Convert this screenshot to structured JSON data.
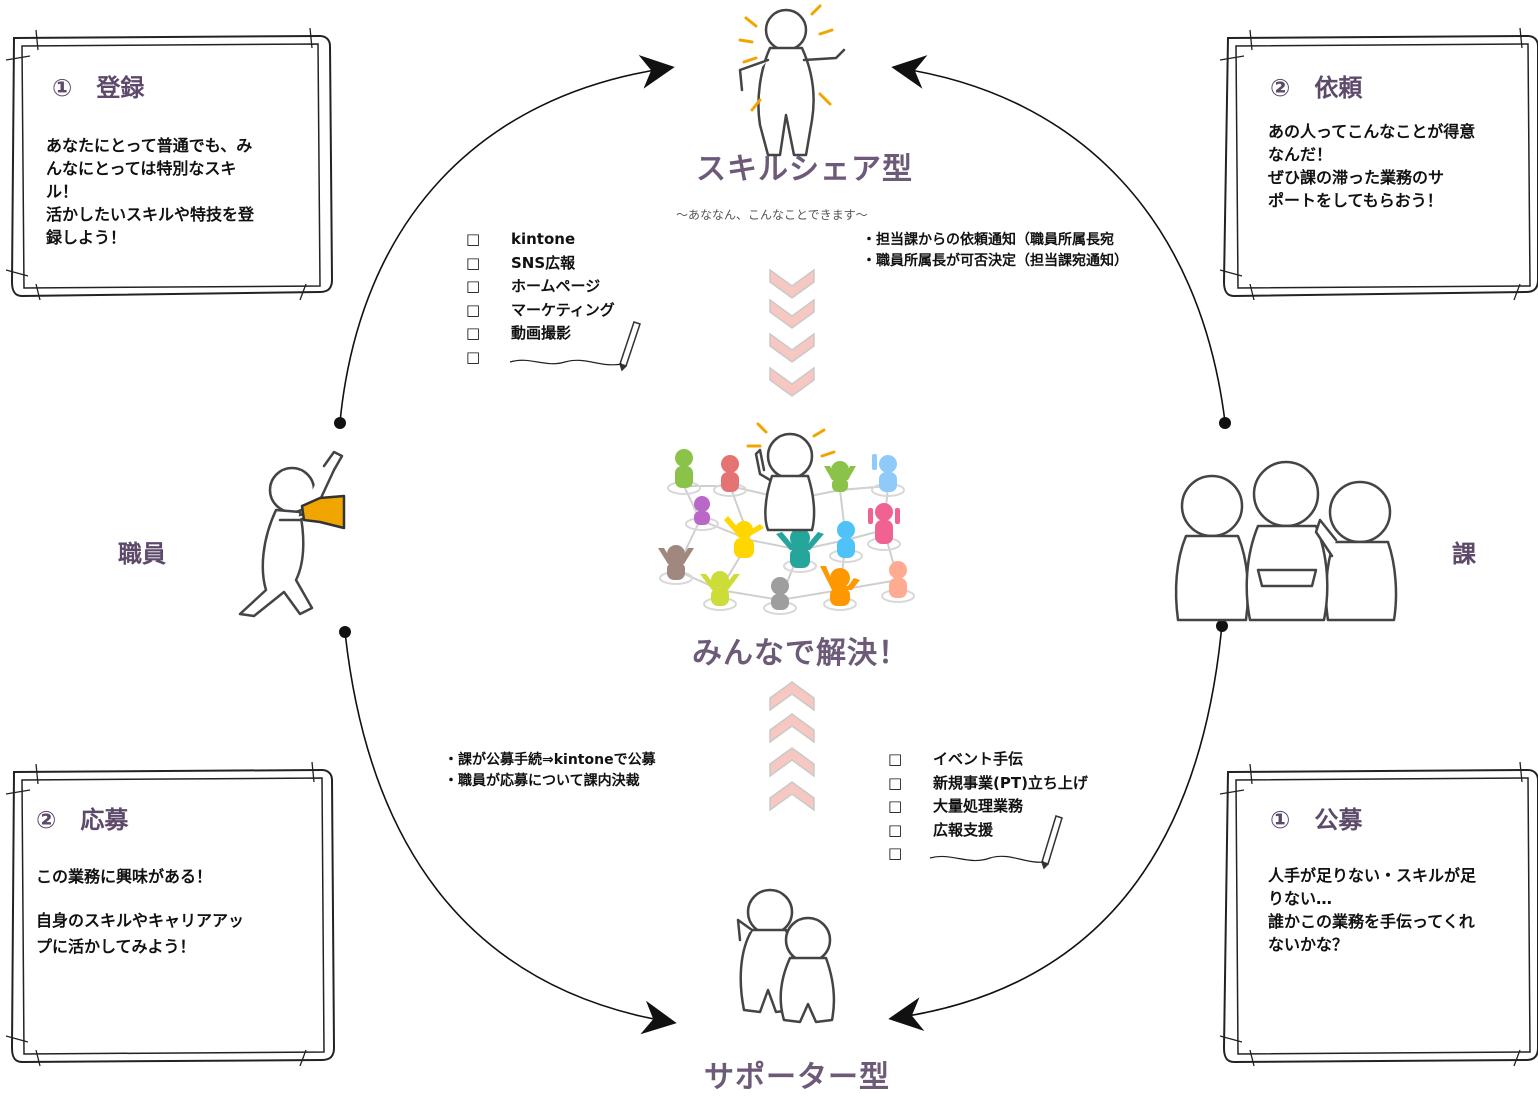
{
  "titles": {
    "skill_share": "スキルシェア型",
    "skill_share_sub": "～あななん、こんなことできます～",
    "solve": "みんなで解決！",
    "supporter": "サポーター型"
  },
  "side_labels": {
    "staff": "職員",
    "section": "課"
  },
  "frames": {
    "register": {
      "heading": "①　登録",
      "lines": [
        "あなたにとって普通でも、み",
        "んなにとっては特別なスキ",
        "ル！",
        "活かしたいスキルや特技を登",
        "録しよう！"
      ]
    },
    "request": {
      "heading": "②　依頼",
      "lines": [
        "あの人ってこんなことが得意",
        "なんだ！",
        "ぜひ課の滞った業務のサ",
        "ポートをしてもらおう！"
      ]
    },
    "apply": {
      "heading": "②　応募",
      "lines": [
        "この業務に興味がある！",
        "",
        "自身のスキルやキャリアアッ",
        "プに活かしてみよう！"
      ]
    },
    "recruit": {
      "heading": "①　公募",
      "lines": [
        "人手が足りない・スキルが足",
        "りない…",
        "誰かこの業務を手伝ってくれ",
        "ないかな？"
      ]
    }
  },
  "skill_checklist": {
    "box_char": "□",
    "items": [
      "kintone",
      "SNS広報",
      "ホームページ",
      "マーケティング",
      "動画撮影",
      ""
    ]
  },
  "support_checklist": {
    "box_char": "□",
    "items": [
      "イベント手伝",
      "新規事業(PT)立ち上げ",
      "大量処理業務",
      "広報支援",
      ""
    ]
  },
  "notes_top": [
    "・担当課からの依頼通知（職員所属長宛",
    "・職員所属長が可否決定（担当課宛通知）"
  ],
  "notes_bottom": [
    "・課が公募手続⇒kintoneで公募",
    "・職員が応募について課内決裁"
  ],
  "colors": {
    "title": "#6d5a78",
    "chevron": "#f4c2bc",
    "megaphone": "#f0a500",
    "people": [
      "#8bc34a",
      "#e57373",
      "#ba68c8",
      "#ffd600",
      "#26a69a",
      "#4fc3f7",
      "#f06292",
      "#a1887f",
      "#cddc39",
      "#9e9e9e",
      "#ff9800",
      "#ffab91",
      "#64b5f6"
    ]
  },
  "icons": [
    "shining-person-icon",
    "megaphone-person-icon",
    "three-people-icon",
    "group-network-icon",
    "supporters-icon",
    "pen-icon",
    "chevron-down-icon",
    "chevron-up-icon"
  ]
}
